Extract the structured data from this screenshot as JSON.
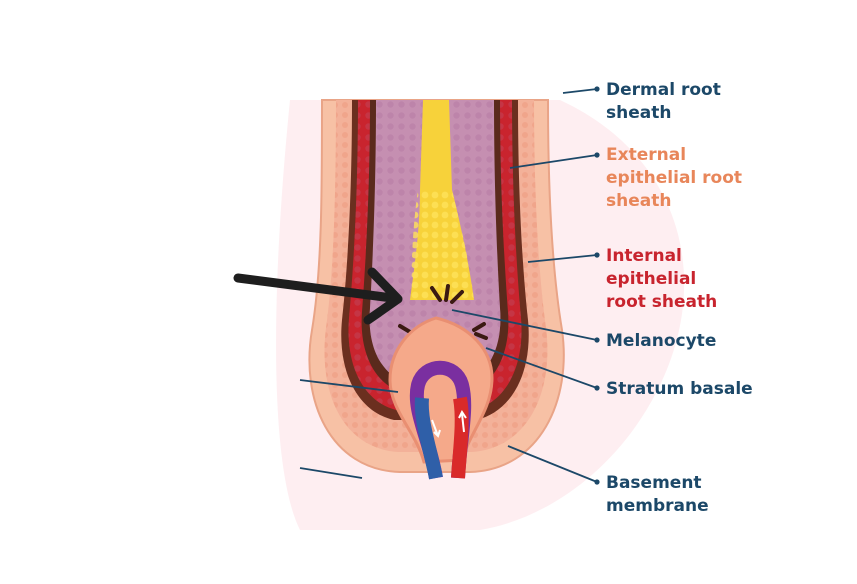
{
  "labels": {
    "dermal_root_sheath": [
      "Dermal root",
      "sheath"
    ],
    "external_epithelial_root_sheath": [
      "External",
      "epithelial root",
      "sheath"
    ],
    "internal_epithelial_root_sheath": [
      "Internal",
      "epithelial",
      "root sheath"
    ],
    "melanocyte": [
      "Melanocyte"
    ],
    "stratum_basale": [
      "Stratum basale"
    ],
    "basement_membrane": [
      "Basement",
      "membrane"
    ]
  },
  "colors": {
    "label_navy": "#1c4868",
    "label_orange": "#e8865a",
    "label_red": "#c8242e",
    "hair_shaft": "#f7d23a",
    "internal_sheath": "#c9242e",
    "external_sheath": "#f2a98a",
    "dermal_sheath": "#f7c1a5",
    "matrix": "#c58fb1",
    "papilla": "#f5a98a",
    "artery": "#d92a2a",
    "vein": "#2f5fa8",
    "pointer_arrow": "#1e1e1e"
  },
  "icons": {
    "pointer": "black-arrow-icon",
    "capillary_loop": "blood-vessel-icon"
  }
}
